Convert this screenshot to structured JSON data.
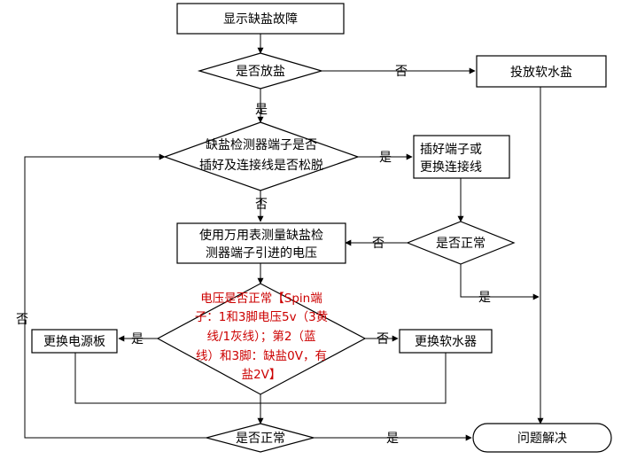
{
  "nodes": {
    "show_fault": "显示缺盐故障",
    "salt_added_q": "是否放盐",
    "add_salt": "投放软水盐",
    "terminal_q": [
      "缺盐检测器端子是否",
      "插好及连接线是否松脱"
    ],
    "fix_terminal": [
      "插好端子或",
      "更换连接线"
    ],
    "measure_voltage": [
      "使用万用表测量缺盐检",
      "测器端子引进的电压"
    ],
    "normal_q_1": "是否正常",
    "voltage_q": [
      "电压是否正常【Spin端",
      "子：1和3脚电压5v（3黄",
      "线/1灰线）；第2（蓝",
      "线）和3脚：缺盐0V，有",
      "盐2V】"
    ],
    "replace_power_board": "更换电源板",
    "replace_softener": "更换软水器",
    "normal_q_2": "是否正常",
    "problem_solved": "问题解决"
  },
  "edge_labels": {
    "salt_no": "否",
    "salt_yes": "是",
    "terminal_yes": "是",
    "terminal_no": "否",
    "normal1_no": "否",
    "normal1_yes": "是",
    "voltage_yes": "是",
    "voltage_no": "否",
    "normal2_yes": "是",
    "normal2_no": "否"
  },
  "colors": {
    "line": "#000000",
    "emphasis_text": "#cc0000"
  }
}
